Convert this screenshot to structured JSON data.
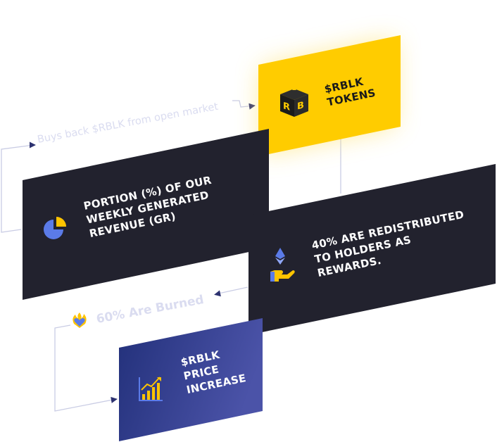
{
  "cards": {
    "tokens": {
      "line1": "$RBLK",
      "line2": "TOKENS",
      "icon": "rb-cube-icon",
      "color": "#FFCC00",
      "glow": "#FFE680"
    },
    "revenue": {
      "line1": "PORTION (%) OF OUR",
      "line2": "WEEKLY GENERATED",
      "line3": "REVENUE (GR)",
      "icon": "pie-chart-icon",
      "color": "#22222E"
    },
    "rewards": {
      "line1": "40% ARE REDISTRIBUTED",
      "line2": "TO HOLDERS AS",
      "line3": "REWARDS.",
      "icon": "ethereum-hand-icon",
      "color": "#22222E"
    },
    "price": {
      "line1": "$RBLK",
      "line2": "PRICE",
      "line3": "INCREASE",
      "icon": "growth-chart-icon",
      "color_start": "#23307A",
      "color_end": "#4A52A6"
    }
  },
  "flows": {
    "buyback": "Buys back $RBLK from open market",
    "burned": "60% Are Burned",
    "burned_icon": "fire-heart-icon"
  },
  "colors": {
    "connector": "#C9CCE4",
    "faint_text": "#DADCF0",
    "arrow": "#2D3270",
    "icon_blue": "#5B7BE8",
    "icon_yellow": "#FFC400"
  }
}
